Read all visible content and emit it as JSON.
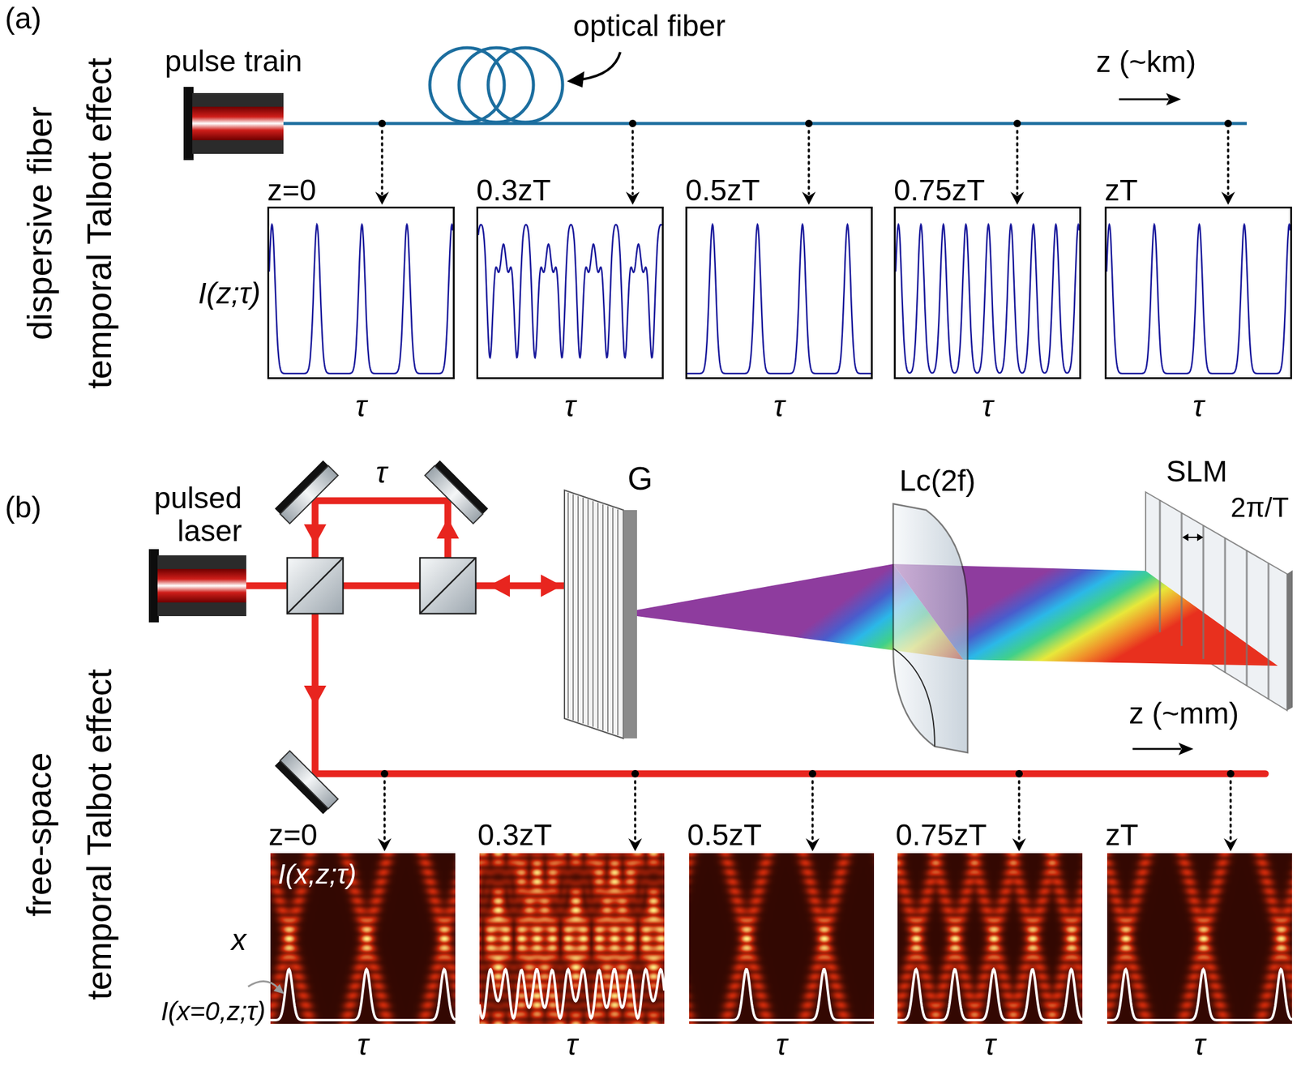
{
  "diagram": {
    "nodes": [
      {
        "text": [
          "pulse train"
        ]
      },
      {
        "text": [
          "z=0"
        ]
      },
      {
        "text": [
          "0.3zT"
        ]
      },
      {
        "text": [
          "0.5zT"
        ]
      },
      {
        "text": [
          "0.75zT"
        ]
      },
      {
        "text": [
          "zT"
        ]
      },
      {
        "text": [
          "pulsed laser"
        ]
      },
      {
        "text": [
          "z=0",
          "I(x,z;τ)"
        ]
      },
      {
        "text": [
          "0.3zT"
        ]
      },
      {
        "text": [
          "0.5zT"
        ]
      },
      {
        "text": [
          "0.75zT"
        ]
      },
      {
        "text": [
          "zT"
        ]
      }
    ],
    "labels": [
      "(a)",
      "dispersive fiber",
      "temporal Talbot effect",
      "optical fiber",
      "z (~km)",
      "I(z;τ)",
      "τ",
      "τ",
      "τ",
      "τ",
      "τ",
      "(b)",
      "free-space",
      "temporal Talbot effect",
      "τ",
      "G",
      "Lc(2f)",
      "SLM",
      "2π/T",
      "z (~mm)",
      "x",
      "I(x=0,z;τ)",
      "τ",
      "τ",
      "τ",
      "τ",
      "τ"
    ]
  }
}
